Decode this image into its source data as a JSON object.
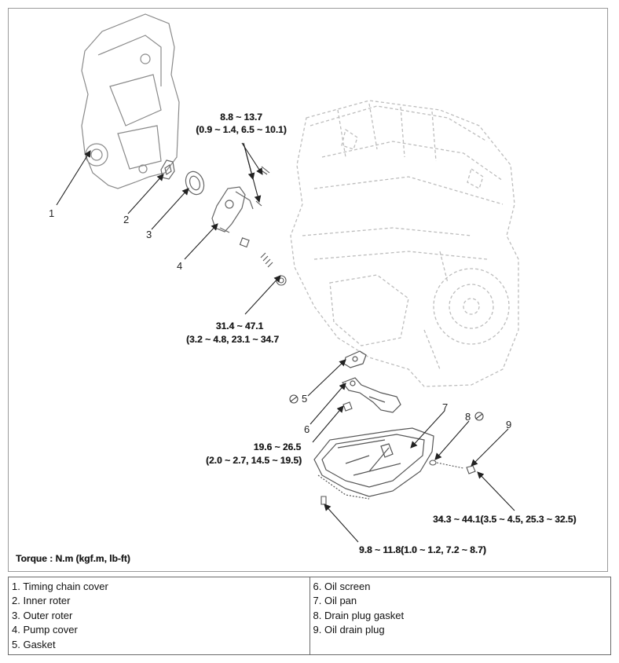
{
  "callouts": {
    "c1": "1",
    "c2": "2",
    "c3": "3",
    "c4": "4",
    "c5": "5",
    "c6": "6",
    "c7": "7",
    "c8": "8",
    "c9": "9"
  },
  "torques": {
    "t_top_line1": "8.8 ~ 13.7",
    "t_top_line2": "(0.9 ~ 1.4, 6.5 ~ 10.1)",
    "t_mid_line1": "31.4 ~ 47.1",
    "t_mid_line2": "(3.2 ~ 4.8, 23.1 ~ 34.7",
    "t_pan_line1": "19.6 ~ 26.5",
    "t_pan_line2": "(2.0 ~ 2.7, 14.5 ~ 19.5)",
    "t_drain": "34.3 ~ 44.1(3.5 ~ 4.5, 25.3 ~ 32.5)",
    "t_bolt": "9.8 ~ 11.8(1.0 ~ 1.2, 7.2 ~ 8.7)"
  },
  "torque_unit_note": "Torque : N.m (kgf.m, lb-ft)",
  "legend": {
    "left": [
      "1. Timing chain cover",
      "2. Inner roter",
      "3. Outer roter",
      "4. Pump cover",
      "5. Gasket"
    ],
    "right": [
      "6. Oil screen",
      "7. Oil pan",
      "8. Drain plug gasket",
      "9. Oil drain plug"
    ]
  }
}
